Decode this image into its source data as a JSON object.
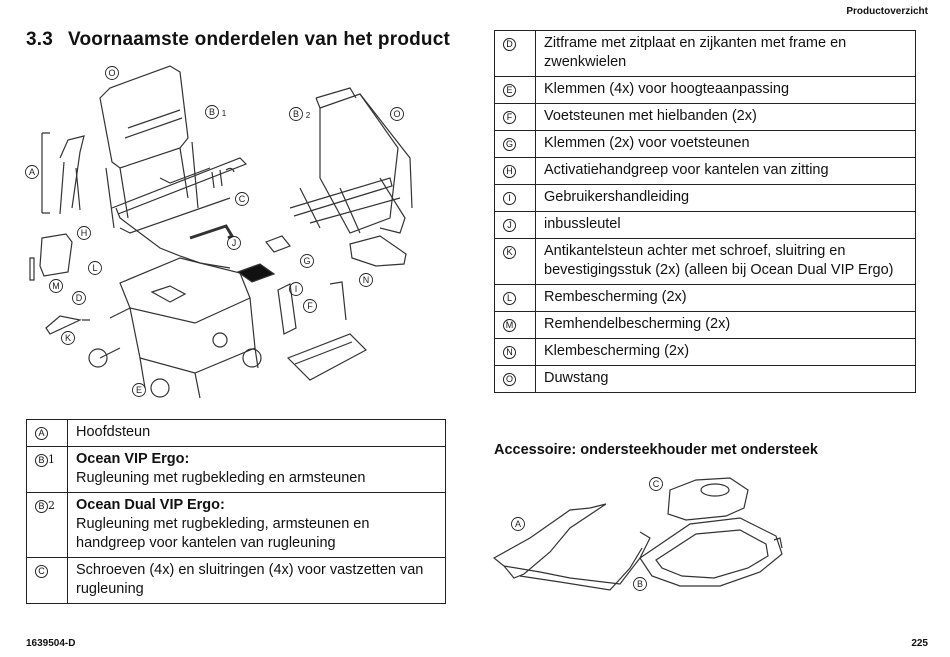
{
  "header": {
    "section": "Productoverzicht"
  },
  "title": {
    "number": "3.3",
    "text": "Voornaamste onderdelen van het product"
  },
  "figure_labels": {
    "A": "A",
    "B": "B",
    "C": "C",
    "D": "D",
    "E": "E",
    "F": "F",
    "G": "G",
    "H": "H",
    "I": "I",
    "J": "J",
    "K": "K",
    "L": "L",
    "M": "M",
    "N": "N",
    "O": "O",
    "b1": "1",
    "b2": "2"
  },
  "table_left": [
    {
      "key": "A",
      "sub": "",
      "lines": [
        "Hoofdsteun"
      ],
      "bold_first": false
    },
    {
      "key": "B",
      "sub": "1",
      "lines": [
        "Ocean VIP Ergo:",
        "Rugleuning met rugbekleding en armsteunen"
      ],
      "bold_first": true
    },
    {
      "key": "B",
      "sub": "2",
      "lines": [
        "Ocean Dual VIP Ergo:",
        "Rugleuning met rugbekleding, armsteunen en handgreep voor kantelen van rugleuning"
      ],
      "bold_first": true
    },
    {
      "key": "C",
      "sub": "",
      "lines": [
        "Schroeven (4x) en sluitringen (4x) voor vastzetten van rugleuning"
      ],
      "bold_first": false
    }
  ],
  "table_right": [
    {
      "key": "D",
      "text": "Zitframe met zitplaat en zijkanten met frame en zwenkwielen"
    },
    {
      "key": "E",
      "text": "Klemmen (4x) voor hoogteaanpassing"
    },
    {
      "key": "F",
      "text": "Voetsteunen met hielbanden (2x)"
    },
    {
      "key": "G",
      "text": "Klemmen (2x) voor voetsteunen"
    },
    {
      "key": "H",
      "text": "Activatiehandgreep voor kantelen van zitting"
    },
    {
      "key": "I",
      "text": "Gebruikershandleiding"
    },
    {
      "key": "J",
      "text": "inbussleutel"
    },
    {
      "key": "K",
      "text": "Antikantelsteun achter met schroef, sluitring en bevestigingsstuk (2x) (alleen bij Ocean Dual VIP Ergo)"
    },
    {
      "key": "L",
      "text": "Rembescherming (2x)"
    },
    {
      "key": "M",
      "text": "Remhendelbescherming (2x)"
    },
    {
      "key": "N",
      "text": "Klembescherming (2x)"
    },
    {
      "key": "O",
      "text": "Duwstang"
    }
  ],
  "accessory": {
    "heading": "Accessoire: ondersteekhouder met ondersteek",
    "labels": {
      "A": "A",
      "B": "B",
      "C": "C"
    }
  },
  "footer": {
    "doc_id": "1639504-D",
    "page": "225"
  }
}
